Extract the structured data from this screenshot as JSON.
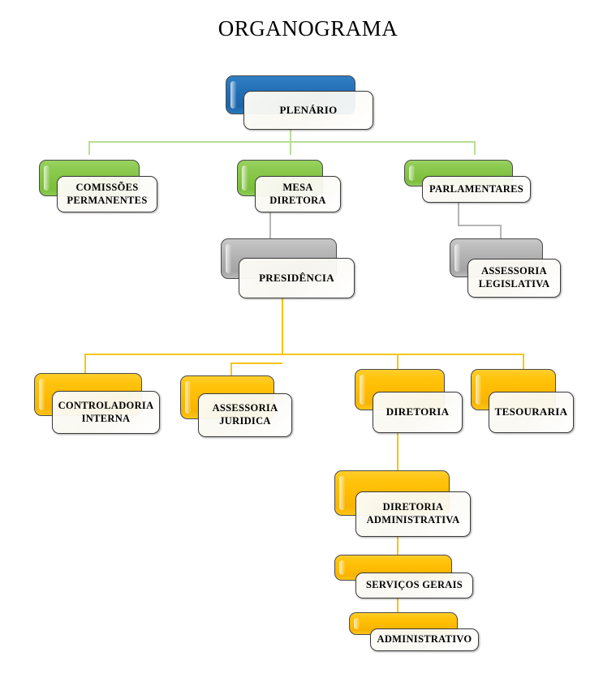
{
  "title": "ORGANOGRAMA",
  "palette": {
    "blue": "#1f6bb2",
    "green": "#83c443",
    "gray": "#aeaeae",
    "gold": "#ffbb00",
    "wire_green": "#b9dd96",
    "wire_gray": "#b5b5b5",
    "wire_gold": "#f5c518",
    "box_face": "#fbfaf4",
    "text": "#000000"
  },
  "chart_data": {
    "type": "diagram",
    "subtype": "organization-chart",
    "title": "ORGANOGRAMA",
    "nodes": [
      {
        "id": "plenario",
        "label": "PLENÁRIO",
        "level": 0,
        "color": "blue",
        "parent": null
      },
      {
        "id": "comissoes",
        "label": "COMISSÕES PERMANENTES",
        "level": 1,
        "color": "green",
        "parent": "plenario"
      },
      {
        "id": "mesa",
        "label": "MESA DIRETORA",
        "level": 1,
        "color": "green",
        "parent": "plenario"
      },
      {
        "id": "parlamentares",
        "label": "PARLAMENTARES",
        "level": 1,
        "color": "green",
        "parent": "plenario"
      },
      {
        "id": "presidencia",
        "label": "PRESIDÊNCIA",
        "level": 2,
        "color": "gray",
        "parent": "mesa"
      },
      {
        "id": "assess_legis",
        "label": "ASSESSORIA LEGISLATIVA",
        "level": 2,
        "color": "gray",
        "parent": "parlamentares"
      },
      {
        "id": "controladoria",
        "label": "CONTROLADORIA INTERNA",
        "level": 3,
        "color": "gold",
        "parent": "presidencia"
      },
      {
        "id": "assess_jur",
        "label": "ASSESSORIA JURIDICA",
        "level": 3,
        "color": "gold",
        "parent": "presidencia"
      },
      {
        "id": "diretoria",
        "label": "DIRETORIA",
        "level": 3,
        "color": "gold",
        "parent": "presidencia"
      },
      {
        "id": "tesouraria",
        "label": "TESOURARIA",
        "level": 3,
        "color": "gold",
        "parent": "presidencia"
      },
      {
        "id": "dir_admin",
        "label": "DIRETORIA ADMINISTRATIVA",
        "level": 4,
        "color": "gold",
        "parent": "diretoria"
      },
      {
        "id": "servicos",
        "label": "SERVIÇOS GERAIS",
        "level": 5,
        "color": "gold",
        "parent": "dir_admin"
      },
      {
        "id": "administrativo",
        "label": "ADMINISTRATIVO",
        "level": 6,
        "color": "gold",
        "parent": "servicos"
      }
    ],
    "edges": [
      {
        "from": "plenario",
        "to": "comissoes",
        "color": "wire_green"
      },
      {
        "from": "plenario",
        "to": "mesa",
        "color": "wire_green"
      },
      {
        "from": "plenario",
        "to": "parlamentares",
        "color": "wire_green"
      },
      {
        "from": "mesa",
        "to": "presidencia",
        "color": "wire_gray"
      },
      {
        "from": "parlamentares",
        "to": "assess_legis",
        "color": "wire_gray"
      },
      {
        "from": "presidencia",
        "to": "controladoria",
        "color": "wire_gold"
      },
      {
        "from": "presidencia",
        "to": "assess_jur",
        "color": "wire_gold"
      },
      {
        "from": "presidencia",
        "to": "diretoria",
        "color": "wire_gold"
      },
      {
        "from": "presidencia",
        "to": "tesouraria",
        "color": "wire_gold"
      },
      {
        "from": "diretoria",
        "to": "dir_admin",
        "color": "wire_gold"
      },
      {
        "from": "dir_admin",
        "to": "servicos",
        "color": "wire_gold"
      },
      {
        "from": "servicos",
        "to": "administrativo",
        "color": "wire_gold"
      }
    ]
  },
  "nodes": {
    "plenario": {
      "line1": "PLENÁRIO",
      "line2": ""
    },
    "comissoes": {
      "line1": "COMISSÕES",
      "line2": "PERMANENTES"
    },
    "mesa": {
      "line1": "MESA",
      "line2": "DIRETORA"
    },
    "parlamentares": {
      "line1": "PARLAMENTARES",
      "line2": ""
    },
    "presidencia": {
      "line1": "PRESIDÊNCIA",
      "line2": ""
    },
    "assess_legis": {
      "line1": "ASSESSORIA",
      "line2": "LEGISLATIVA"
    },
    "controladoria": {
      "line1": "CONTROLADORIA",
      "line2": "INTERNA"
    },
    "assess_jur": {
      "line1": "ASSESSORIA",
      "line2": "JURIDICA"
    },
    "diretoria": {
      "line1": "DIRETORIA",
      "line2": ""
    },
    "tesouraria": {
      "line1": "TESOURARIA",
      "line2": ""
    },
    "dir_admin": {
      "line1": "DIRETORIA",
      "line2": "ADMINISTRATIVA"
    },
    "servicos": {
      "line1": "SERVIÇOS GERAIS",
      "line2": ""
    },
    "administrativo": {
      "line1": "ADMINISTRATIVO",
      "line2": ""
    }
  }
}
